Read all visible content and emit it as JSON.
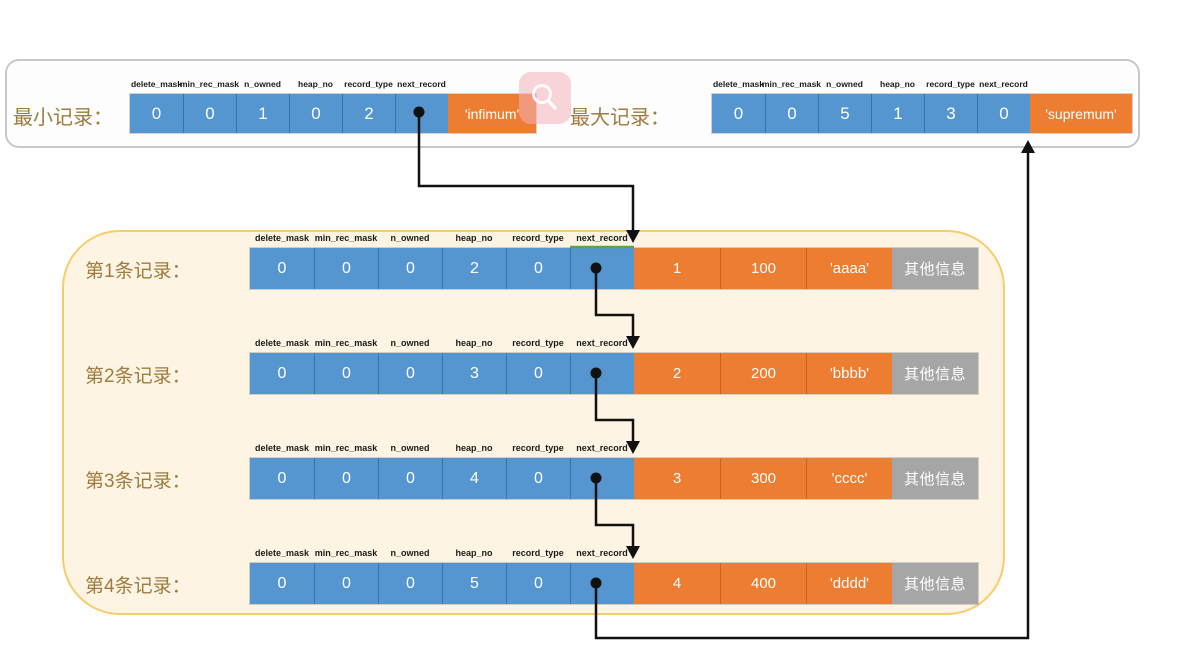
{
  "field_names": [
    "delete_mask",
    "min_rec_mask",
    "n_owned",
    "heap_no",
    "record_type",
    "next_record"
  ],
  "min_record": {
    "label": "最小记录：",
    "values": [
      "0",
      "0",
      "1",
      "0",
      "2",
      ""
    ],
    "tail": "'infimum'"
  },
  "max_record": {
    "label": "最大记录：",
    "values": [
      "0",
      "0",
      "5",
      "1",
      "3",
      "0"
    ],
    "tail": "'supremum'"
  },
  "records": [
    {
      "label": "第1条记录：",
      "header_values": [
        "0",
        "0",
        "0",
        "2",
        "0",
        ""
      ],
      "data": [
        "1",
        "100",
        "'aaaa'"
      ],
      "other": "其他信息"
    },
    {
      "label": "第2条记录：",
      "header_values": [
        "0",
        "0",
        "0",
        "3",
        "0",
        ""
      ],
      "data": [
        "2",
        "200",
        "'bbbb'"
      ],
      "other": "其他信息"
    },
    {
      "label": "第3条记录：",
      "header_values": [
        "0",
        "0",
        "0",
        "4",
        "0",
        ""
      ],
      "data": [
        "3",
        "300",
        "'cccc'"
      ],
      "other": "其他信息"
    },
    {
      "label": "第4条记录：",
      "header_values": [
        "0",
        "0",
        "0",
        "5",
        "0",
        ""
      ],
      "data": [
        "4",
        "400",
        "'dddd'"
      ],
      "other": "其他信息"
    }
  ],
  "icons": {
    "magnifier": "search-icon"
  },
  "colors": {
    "cell_blue": "#5596d0",
    "cell_orange": "#ed7d31",
    "cell_gray": "#a6a6a6",
    "label_brown": "#9d7c3e",
    "box_border_gray": "#c8c8c8",
    "box_border_yellow": "#f8cc6a",
    "box_fill_cream": "#fdf4e3",
    "arrow_black": "#111111",
    "pointer_highlight_green": "#5fa348",
    "watermark_pink": "#f4b1ba"
  }
}
